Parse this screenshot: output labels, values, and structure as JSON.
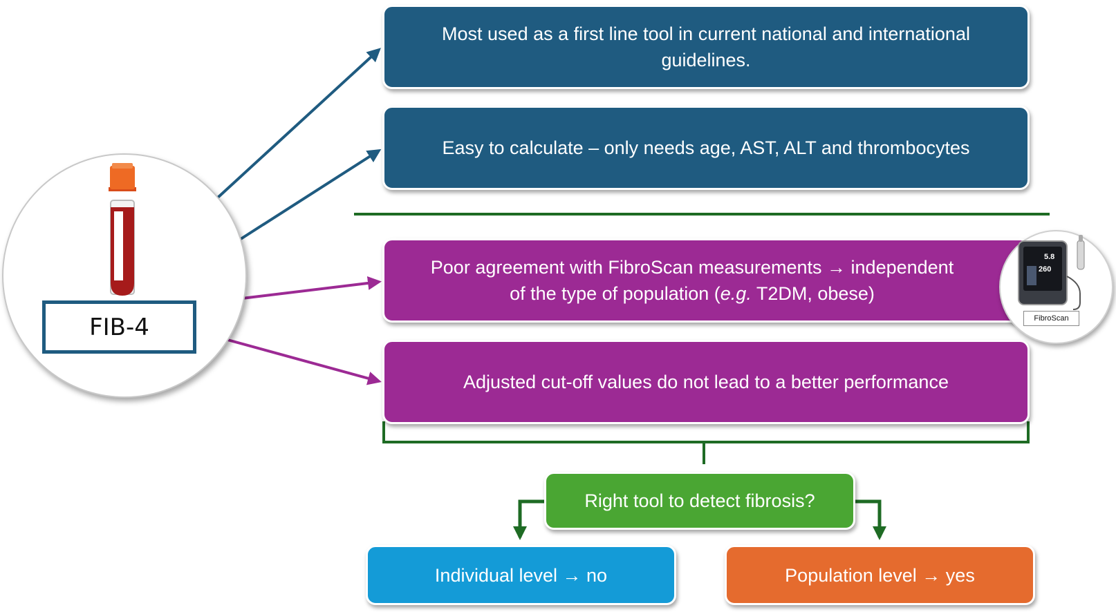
{
  "fib_label": "FIB-4",
  "boxes": {
    "guidelines": "Most used as a first line tool in current national and international guidelines.",
    "easy_calc": "Easy to calculate – only needs age, AST, ALT and thrombocytes",
    "poor_agreement_line1": "Poor agreement with FibroScan measurements → independent",
    "poor_agreement_line2_pre": "of the type of population (",
    "poor_agreement_line2_em": "e.g.",
    "poor_agreement_line2_post": " T2DM, obese)",
    "cutoff": "Adjusted cut-off values do not lead to a better performance",
    "question": "Right tool to detect fibrosis?",
    "individual": "Individual level → no",
    "population": "Population level → yes"
  },
  "fibroscan": {
    "label": "FibroScan",
    "value1": "5.8",
    "value2": "260"
  },
  "colors": {
    "blue": "#1f5b80",
    "purple": "#9c2a94",
    "green": "#4aa633",
    "cyan": "#149bd7",
    "orange": "#e56b2e",
    "dark_green": "#1e6b24"
  }
}
